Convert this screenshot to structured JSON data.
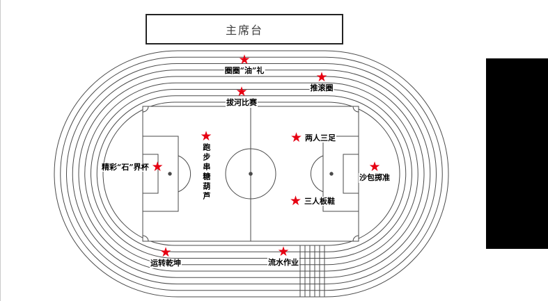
{
  "stage": {
    "label": "主席台"
  },
  "icons": {
    "star": "★"
  },
  "stations": [
    {
      "label": "圈圈“油”礼"
    },
    {
      "label": "推滚圈"
    },
    {
      "label": "拔河比赛"
    },
    {
      "label": "两人三足"
    },
    {
      "label": "跑步串糖葫芦"
    },
    {
      "label": "精彩“石”界杯"
    },
    {
      "label": "沙包掷准"
    },
    {
      "label": "三人板鞋"
    },
    {
      "label": "运转乾坤"
    },
    {
      "label": "流水作业"
    }
  ],
  "colors": {
    "star": "#e60012",
    "track_line": "#4a4a4a",
    "sidebar": "#000000",
    "stage_border": "#232323"
  }
}
